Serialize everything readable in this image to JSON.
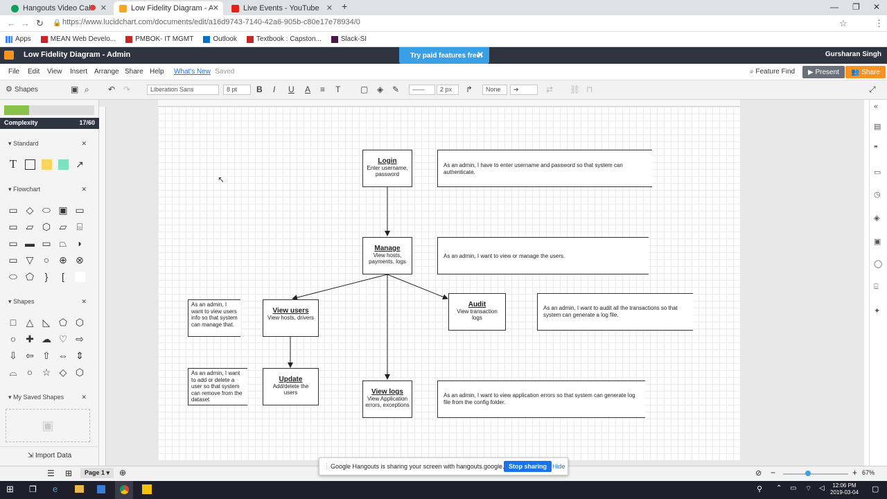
{
  "browser": {
    "tabs": [
      {
        "title": "Hangouts Video Call",
        "color": "#0f9d58"
      },
      {
        "title": "Low Fidelity Diagram - Admin: Li",
        "color": "#f5a623"
      },
      {
        "title": "Live Events - YouTube",
        "color": "#e62117"
      }
    ],
    "url": "https://www.lucidchart.com/documents/edit/a16d9743-7140-42a6-905b-c80e17e78934/0",
    "bookmarks": [
      "Apps",
      "MEAN Web Develo...",
      "PMBOK- IT MGMT",
      "Outlook",
      "Textbook : Capston...",
      "Slack-SI"
    ]
  },
  "app": {
    "title": "Low Fidelity Diagram - Admin",
    "banner": "Try paid features free!",
    "user": "Gursharan Singh",
    "menus": [
      "File",
      "Edit",
      "View",
      "Insert",
      "Arrange",
      "Share",
      "Help",
      "What's New",
      "Saved"
    ],
    "feature_find": "Feature Find",
    "present": "Present",
    "share": "Share",
    "brand_color": "#f7931e"
  },
  "toolbar": {
    "font": "Liberation Sans",
    "size": "8 pt",
    "line_width": "2 px",
    "endpoint": "None"
  },
  "left": {
    "shapes_label": "Shapes",
    "complexity_label": "Complexity",
    "complexity_value": "17/60",
    "complexity_fraction": 0.28,
    "standard": "Standard",
    "flowchart": "Flowchart",
    "shapes": "Shapes",
    "saved": "My Saved Shapes",
    "import": "Import Data"
  },
  "diagram": {
    "login": {
      "title": "Login",
      "sub": "Enter username, password"
    },
    "manage": {
      "title": "Manage",
      "sub": "View hosts, payments, logs"
    },
    "viewusers": {
      "title": "View users",
      "sub": "View hosts, drivers"
    },
    "audit": {
      "title": "Audit",
      "sub": "View transaction logs"
    },
    "update": {
      "title": "Update",
      "sub": "Add/delete the users"
    },
    "viewlogs": {
      "title": "View logs",
      "sub": "View Application errors, exceptions"
    },
    "notes": {
      "login": "As an admin, I have to enter username and password so that system can authenticate.",
      "manage": "As an admin, I want to view  or manage the users.",
      "audit": "As an admin, I want to audit all the transactions so that system can generate a log file.",
      "viewusers": "As an admin, I want to view users info so that system can manage that.",
      "update": "As an admin, I want to add or delete a user so that system can remove from the dataset",
      "viewlogs": "As an admin, I want to view application errors so that system can generate log file from the config folder."
    }
  },
  "bottom": {
    "page": "Page 1",
    "zoom": "67%",
    "share_msg": "Google Hangouts is sharing your screen with hangouts.google.com.",
    "stop": "Stop sharing",
    "hide": "Hide"
  },
  "taskbar": {
    "time": "12:06 PM",
    "date": "2019-03-04"
  }
}
